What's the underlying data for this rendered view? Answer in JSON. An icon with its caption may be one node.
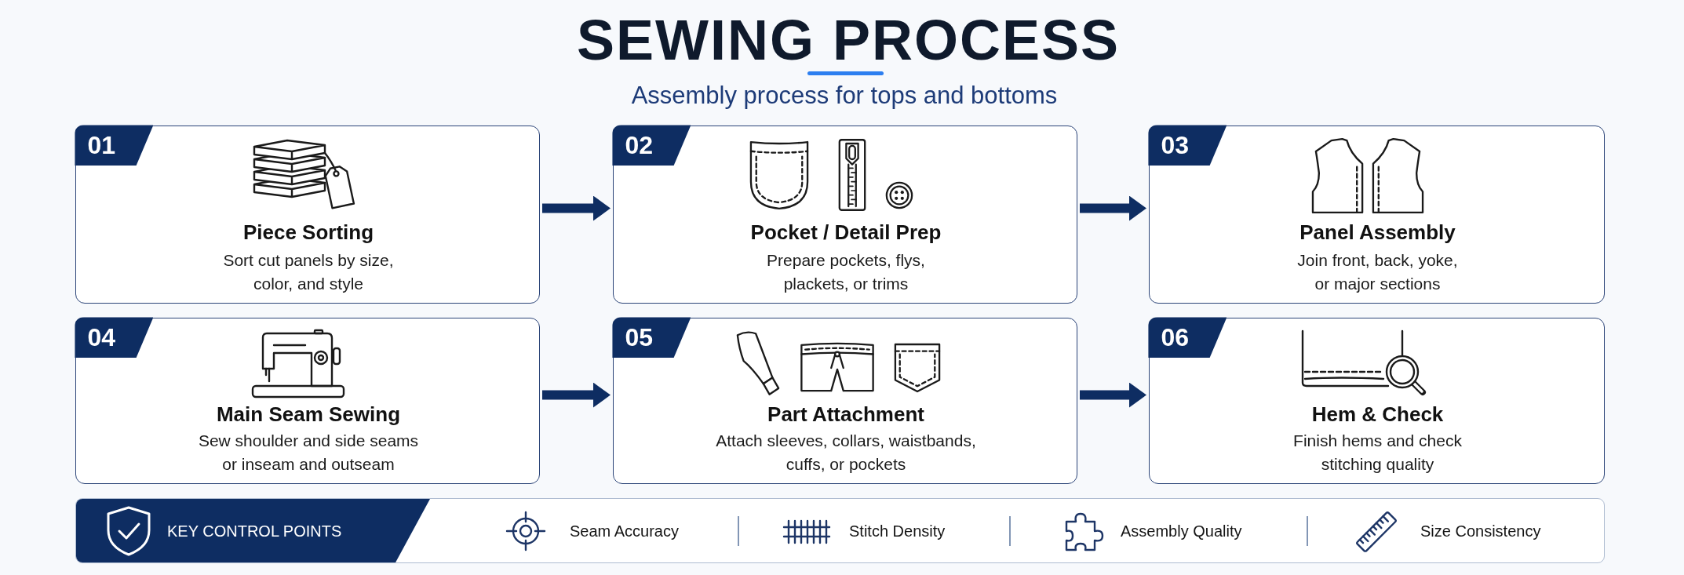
{
  "diagram": {
    "title": "SEWING PROCESS",
    "nodes": [
      {
        "text": [
          "01",
          "Piece Sorting",
          "Sort cut panels by size, color, and style"
        ]
      },
      {
        "text": [
          "02",
          "Pocket / Detail Prep",
          "Prepare pockets, flys, plackets, or trims"
        ]
      },
      {
        "text": [
          "03",
          "Panel Assembly",
          "Join front, back, yoke, or major sections"
        ]
      },
      {
        "text": [
          "04",
          "Main Seam Sewing",
          "Sew shoulder and side seams or inseam and outseam"
        ]
      },
      {
        "text": [
          "05",
          "Part Attachment",
          "Attach sleeves, collars, waistbands, cuffs, or pockets"
        ]
      },
      {
        "text": [
          "06",
          "Hem & Check",
          "Finish hems and check stitching quality"
        ]
      },
      {
        "text": [
          "KEY CONTROL POINTS",
          "Seam Accuracy",
          "Stitch Density",
          "Assembly Quality",
          "Size Consistency"
        ]
      }
    ],
    "edges": [
      {
        "from": 0,
        "to": 1,
        "arrow": "to"
      },
      {
        "from": 1,
        "to": 2,
        "arrow": "to"
      },
      {
        "from": 3,
        "to": 4,
        "arrow": "to"
      },
      {
        "from": 4,
        "to": 5,
        "arrow": "to"
      }
    ],
    "labels": [
      "Assembly process for tops and bottoms"
    ]
  }
}
